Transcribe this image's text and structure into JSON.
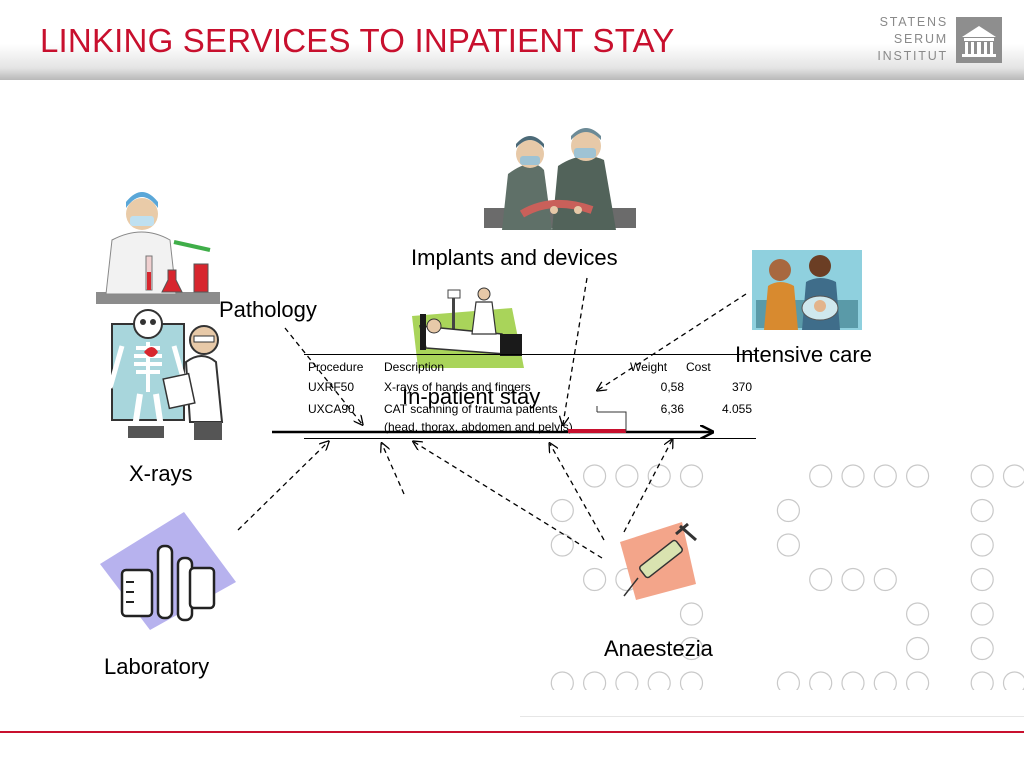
{
  "header": {
    "title": "LINKING SERVICES TO INPATIENT STAY",
    "logo_lines": [
      "STATENS",
      "SERUM",
      "INSTITUT"
    ]
  },
  "labels": {
    "implants": "Implants and devices",
    "pathology": "Pathology",
    "intensive_care": "Intensive care",
    "xrays": "X-rays",
    "laboratory": "Laboratory",
    "anaestezia": "Anaestezia",
    "inpatient_stay": "In-patient stay"
  },
  "table": {
    "headers": {
      "procedure": "Procedure",
      "description": "Description",
      "weight": "Weight",
      "cost": "Cost"
    },
    "rows": [
      {
        "procedure": "UXRF50",
        "description": "X-rays of hands and fingers",
        "description_cont": "",
        "weight": "0,58",
        "cost": "370"
      },
      {
        "procedure": "UXCA90",
        "description": "CAT scanning of trauma patients",
        "description_cont": "(head, thorax, abdomen and pelvis)",
        "weight": "6,36",
        "cost": "4.055"
      }
    ]
  },
  "colors": {
    "accent": "#c8102e",
    "logo_gray": "#8a8a8a",
    "dot_outline": "#c9c9c9"
  },
  "icons": [
    "surgeons-clipart",
    "lab-technician-clipart",
    "intensive-care-clipart",
    "hospital-bed-clipart",
    "xray-skeleton-clipart",
    "lab-beakers-clipart",
    "syringe-clipart",
    "building-logo-icon"
  ]
}
